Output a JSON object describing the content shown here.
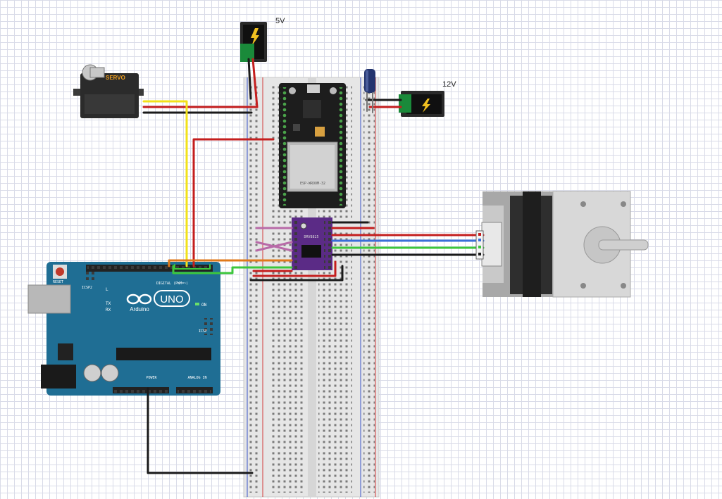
{
  "labels": {
    "jack_5v": "5V",
    "jack_12v": "12V",
    "servo_brand": "SERVO",
    "arduino_brand": "UNO",
    "arduino_sub": "Arduino",
    "arduino_reset": "RESET",
    "arduino_icsp2": "ICSP2",
    "arduino_icsp": "ICSP",
    "arduino_on": "ON",
    "arduino_l": "L",
    "arduino_tx": "TX",
    "arduino_rx": "RX",
    "arduino_digital": "DIGITAL (PWM=~)",
    "arduino_power": "POWER",
    "arduino_analog": "ANALOG IN",
    "driver_chip": "DRV8825",
    "esp_chip": "ESP-WROOM-32"
  },
  "colors": {
    "wire_red": "#c41e1e",
    "wire_black": "#1a1a1a",
    "wire_yellow": "#f2e21a",
    "wire_orange": "#e07a1b",
    "wire_green": "#3cc63c",
    "wire_blue": "#3a6fd8",
    "wire_purple": "#b86aa8",
    "arduino_blue": "#1f6e94",
    "esp_board": "#1d1d1d",
    "driver_board": "#5b2b86"
  }
}
